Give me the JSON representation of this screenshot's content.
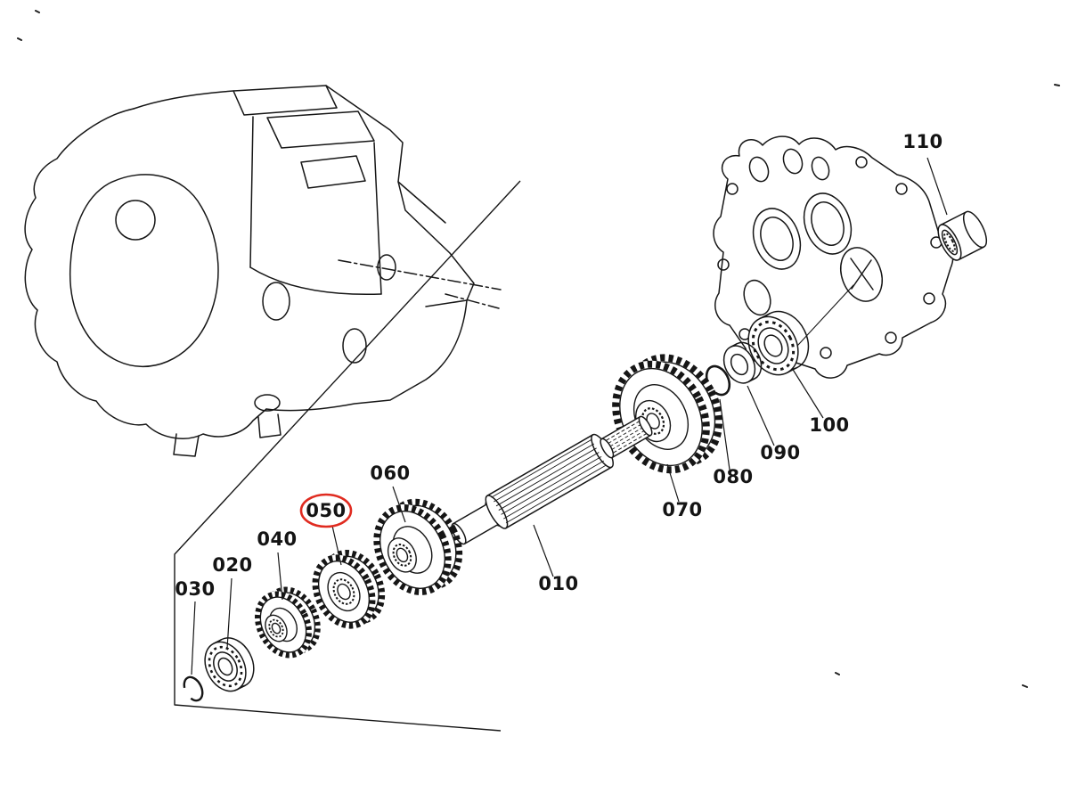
{
  "figure": {
    "background": "#ffffff",
    "line_color": "#161616",
    "highlight_color": "#e02b20",
    "callouts": [
      {
        "label": "010",
        "highlighted": false
      },
      {
        "label": "020",
        "highlighted": false
      },
      {
        "label": "030",
        "highlighted": false
      },
      {
        "label": "040",
        "highlighted": false
      },
      {
        "label": "050",
        "highlighted": true
      },
      {
        "label": "060",
        "highlighted": false
      },
      {
        "label": "070",
        "highlighted": false
      },
      {
        "label": "080",
        "highlighted": false
      },
      {
        "label": "090",
        "highlighted": false
      },
      {
        "label": "100",
        "highlighted": false
      },
      {
        "label": "110",
        "highlighted": false
      }
    ]
  }
}
